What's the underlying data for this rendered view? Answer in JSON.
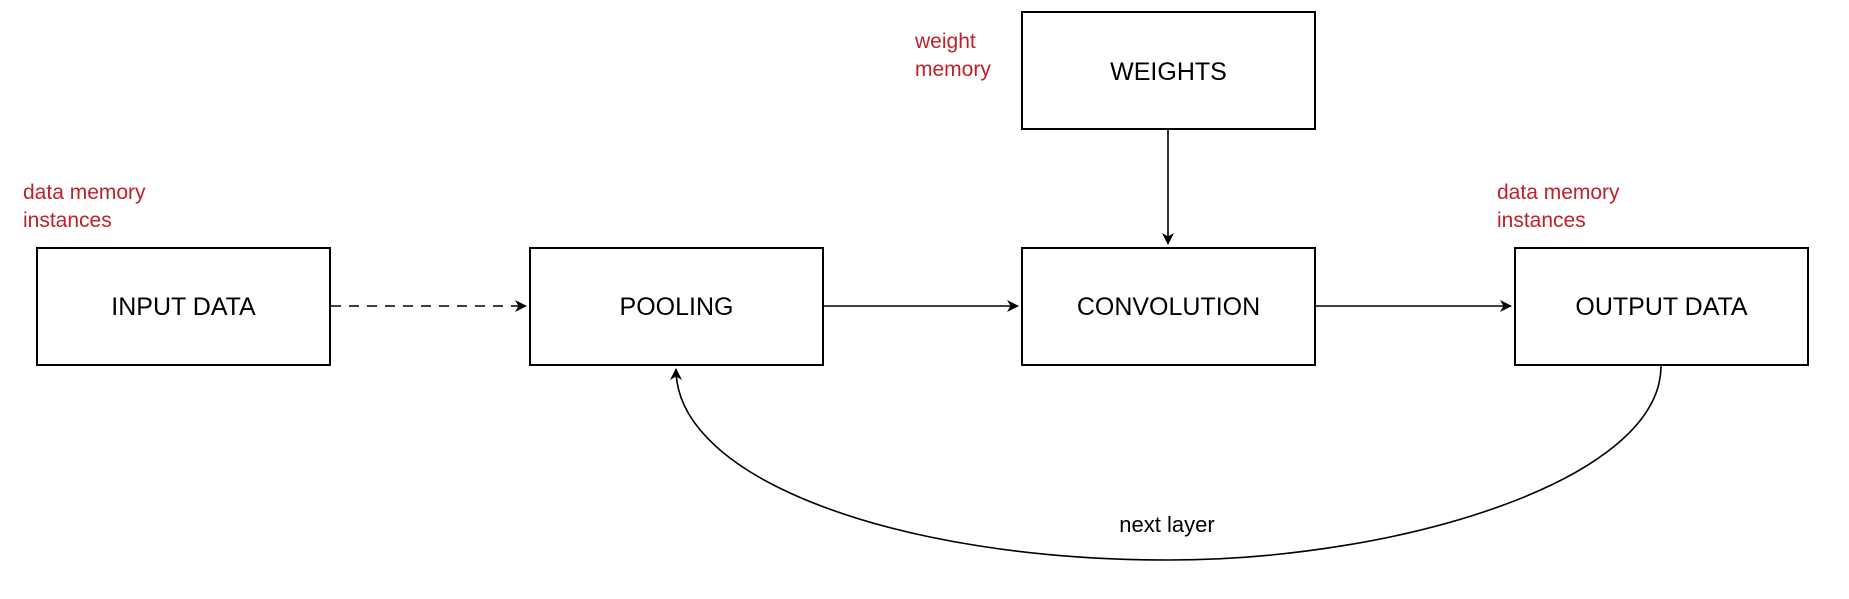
{
  "colors": {
    "annotation": "#c0202a",
    "stroke": "#000000",
    "box_fill": "#ffffff"
  },
  "nodes": {
    "input_data": "INPUT DATA",
    "pooling": "POOLING",
    "convolution": "CONVOLUTION",
    "output_data": "OUTPUT DATA",
    "weights": "WEIGHTS"
  },
  "annotations": {
    "input_memory": [
      "data memory",
      "instances"
    ],
    "output_memory": [
      "data memory",
      "instances"
    ],
    "weight_memory": [
      "weight",
      "memory"
    ]
  },
  "edges": {
    "loop_label": "next layer"
  }
}
